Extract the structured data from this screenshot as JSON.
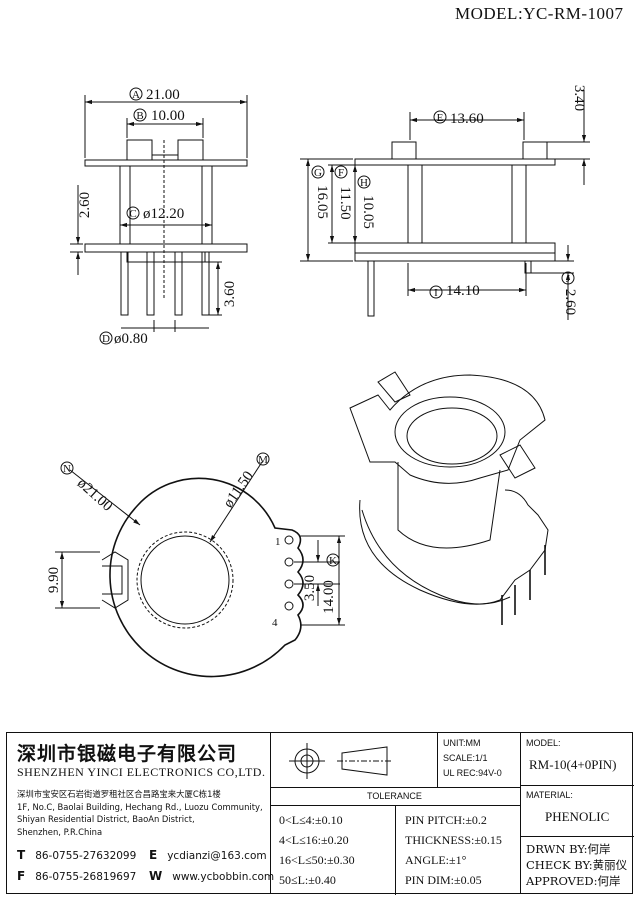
{
  "model_title": "MODEL:YC-RM-1007",
  "dimensions": {
    "A": "21.00",
    "B": "10.00",
    "C": "ø12.20",
    "D": "ø0.80",
    "E": "13.60",
    "F": "11.50",
    "G": "16.05",
    "H": "10.05",
    "I": "14.10",
    "J": "2.60",
    "top_340": "3.40",
    "left_260": "2.60",
    "pin_360": "3.60",
    "M": "ø11.50",
    "N": "ø21.00",
    "K": "14.00",
    "p350": "3.50",
    "left_990": "9.90"
  },
  "labels": {
    "A": "A",
    "B": "B",
    "C": "C",
    "D": "D",
    "E": "E",
    "F": "F",
    "G": "G",
    "H": "H",
    "I": "I",
    "J": "J",
    "K": "K",
    "M": "M",
    "N": "N"
  },
  "pins": {
    "first": "1",
    "last": "4"
  },
  "company": {
    "name_cn": "深圳市银磁电子有限公司",
    "name_en": "SHENZHEN YINCI ELECTRONICS CO,LTD.",
    "address_lines": [
      "深圳市宝安区石岩街道罗租社区合昌路宝来大厦C栋1楼",
      "1F, No.C, Baolai Building, Hechang Rd., Luozu Community,",
      "Shiyan Residential District, BaoAn District,",
      "Shenzhen, P.R.China"
    ],
    "tel_label": "T",
    "tel": "86-0755-27632099",
    "fax_label": "F",
    "fax": "86-0755-26819697",
    "email_label": "E",
    "email": "ycdianzi@163.com",
    "web_label": "W",
    "web": "www.ycbobbin.com"
  },
  "specs": {
    "unit": "UNIT:MM",
    "scale": "SCALE:1/1",
    "ul": "UL REC:94V-0"
  },
  "tolerance": {
    "title": "TOLERANCE",
    "rows": [
      {
        "left": "0<L≤4:±0.10",
        "right": "PIN PITCH:±0.2"
      },
      {
        "left": "4<L≤16:±0.20",
        "right": "THICKNESS:±0.15"
      },
      {
        "left": "16<L≤50:±0.30",
        "right": "ANGLE:±1°"
      },
      {
        "left": "50≤L:±0.40",
        "right": "PIN DIM:±0.05"
      }
    ]
  },
  "model_box": {
    "label": "MODEL:",
    "value": "RM-10(4+0PIN)"
  },
  "material_box": {
    "label": "MATERIAL:",
    "value": "PHENOLIC"
  },
  "approvals": {
    "drawn": "DRWN BY:何岸",
    "check": "CHECK BY:黄丽仪",
    "approved": "APPROVED:何岸"
  }
}
